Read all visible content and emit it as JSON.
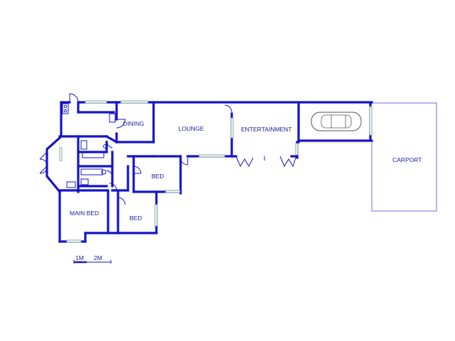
{
  "rooms": {
    "dining": "DINING",
    "lounge": "LOUNGE",
    "entertainment": "ENTERTAINMENT",
    "carport": "CARPORT",
    "bed_1": "BED",
    "bed_2": "BED",
    "main_bed": "MAIN BED"
  },
  "scale_bar": {
    "label_1": "1M",
    "label_2": "2M"
  },
  "colors": {
    "wall": "#1414c8",
    "label": "#1c1c9c",
    "window": "#7fa3a3",
    "carport_outline": "#7070d8",
    "background": "#ffffff"
  },
  "icons": [
    "car-icon",
    "door-swing-icon",
    "window-icon",
    "bath-icon",
    "stove-icon"
  ]
}
